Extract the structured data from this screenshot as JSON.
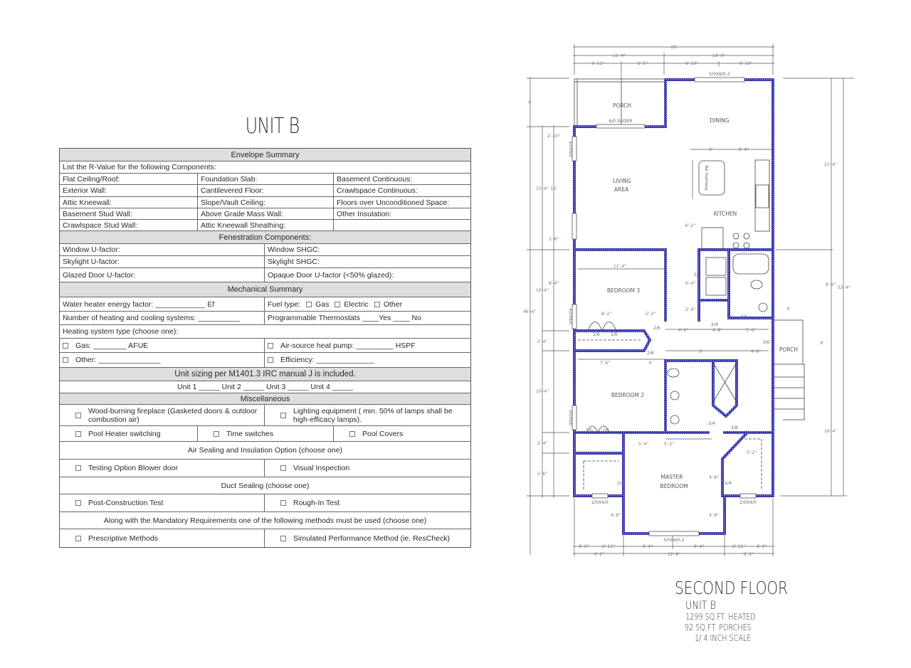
{
  "form": {
    "title": "UNIT B",
    "envelope": {
      "header": "Envelope Summary",
      "intro": "List the R-Value for the following Components:",
      "rows": [
        [
          "Flat Ceiling/Roof:",
          "Foundation Slab:",
          "Basement Continuous:"
        ],
        [
          "Exterior Wall:",
          "Cantilevered Floor:",
          "Crawlspace Continuous:"
        ],
        [
          "Attic Kneewall:",
          "Slope/Vault Ceiling:",
          "Floors over Unconditioned Space:"
        ],
        [
          "Basement Stud Wall:",
          "Above Grade Mass Wall:",
          "Other Insulation:"
        ],
        [
          "Crawlspace Stud Wall:",
          "Attic Kneewall Sheathing:",
          ""
        ]
      ]
    },
    "fenestration": {
      "header": "Fenestration Components:",
      "rows": [
        [
          "Window U-factor:",
          "Window SHGC:"
        ],
        [
          "Skylight U-factor:",
          "Skylight SHGC:"
        ],
        [
          "Glazed Door U-factor:",
          "Opaque Door U-factor (<50% glazed):"
        ]
      ]
    },
    "mechanical": {
      "header": "Mechanical Summary",
      "water_heater": "Water heater energy factor: ____________ Ef",
      "fuel_type": "Fuel type:",
      "fuel_options": [
        "Gas",
        "Electric",
        "Other"
      ],
      "num_systems": "Number of heating and cooling systems: __________",
      "thermostat": "Programmable Thermostats ____Yes ____ No",
      "heating_type": "Heating system type (choose one):",
      "gas": "Gas: ________ AFUE",
      "heat_pump": "Air-source heat pump: _________ HSPF",
      "other": "Other: _______________",
      "efficiency": "Efficiency: ______________"
    },
    "unit_sizing": {
      "header": "Unit sizing per M1401.3 IRC manual J is included.",
      "units": "Unit 1 _____ Unit 2 _____ Unit 3 _____ Unit 4 _____"
    },
    "misc": {
      "header": "Miscellaneous",
      "fireplace": "Wood-burning fireplace (Gasketed doors & outdoor combustion air)",
      "lighting": "Lighting equipment ( min. 50% of lamps shall be high-efficacy lamps).",
      "pool_heater": "Pool Heater switching",
      "time_switches": "Time switches",
      "pool_covers": "Pool Covers"
    },
    "air_sealing": {
      "header": "Air Sealing and Insulation Option (choose one)",
      "testing": "Testing Option Blower door",
      "visual": "Visual Inspection"
    },
    "duct": {
      "header": "Duct Sealing (choose one)",
      "post": "Post-Construction Test",
      "rough": "Rough-In Test"
    },
    "methods": {
      "header": "Along with the Mandatory Requirements one of the following methods must be used (choose one)",
      "prescriptive": "Prescriptive Methods",
      "simulated": "Simulated Performance Method (ie. ResCheck)"
    }
  },
  "floor_plan": {
    "wall_color": "#3c3cb0",
    "rooms": {
      "porch_front": "PORCH",
      "dining": "DINING",
      "living_1": "LIVING",
      "living_2": "AREA",
      "kitchen": "KITCHEN",
      "bar": "Bar Overhang",
      "bedroom3": "BEDROOM 3",
      "bedroom2": "BEDROOM 2",
      "master_1": "MASTER",
      "master_2": "BEDROOM",
      "porch_side": "PORCH"
    },
    "openings": {
      "slider": "6/0 SLIDER",
      "win_dining": "5/0X6/0-2",
      "win_master": "5/0X6/0-2",
      "win_left_closet": "2/0X4/0",
      "win_right_closet": "2/0X4/0",
      "win_living": "4/0X6/0",
      "win_bed3": "4/0X6/0",
      "win_bed2": "3/0X6/0",
      "door_bed3": "2/6",
      "door_closet_a": "2/6",
      "door_closet_b": "2/6",
      "door_bed2": "2/6",
      "door_laundry": "5/0",
      "door_bath": "2/4",
      "door_hall": "2/4",
      "door_ext": "3/0",
      "door_bath2": "2/4",
      "door_wic": "2/8",
      "door_bed2_closet_a": "2/0",
      "door_bed2_closet_b": "2/0",
      "door_master_l": "2/4",
      "door_master_r": "2/4"
    },
    "dimensions": {
      "overall_width": "25'",
      "top_a": "11'-4\"",
      "top_b": "13'-8\"",
      "top_c": "5'-11\"",
      "top_d": "5'-5\"",
      "top_e": "6'-10\"",
      "top_f": "6'-10\"",
      "island_a": "5'",
      "island_b": "6'-4\"",
      "right_a": "21'-6\"",
      "right_b": "8'-6\"",
      "right_total": "52'-4\"",
      "right_c": "16'-4\"",
      "left_total": "46'-4\"",
      "left_porch": "6'",
      "left_a": "2'-10\"",
      "left_b": "15'-6\"",
      "left_c": "10'",
      "left_d": "2'-8\"",
      "left_e": "8'-4\"",
      "left_f": "10'-4\"",
      "left_g": "2'-4\"",
      "left_h": "10'-4\"",
      "left_i": "2'-4\"",
      "left_j": "5'-6\"",
      "bed3_w": "11'-4\"",
      "hall_a": "8'-2\"",
      "hall_b": "5'-2\"",
      "bed2_a": "7'-6\"",
      "bed2_b": "4'",
      "hall_c": "4'-6\"",
      "hall_d": "4'-8\"",
      "hall_e": "5'-6\"",
      "hall_f": "9'",
      "hall_g": "4'-6\"",
      "master_a": "5'-4\"",
      "master_b": "5'-2\"",
      "master_c": "5'-2\"",
      "master_d": "4'-8\"",
      "master_e": "4'-8\"",
      "master_f": "4'-8\"",
      "bottom_a": "3'-3\"",
      "bottom_b": "2'-11\"",
      "bottom_c": "6'-4\"",
      "bottom_d": "6'-4\"",
      "bottom_e": "2'-11\"",
      "bottom_f": "3'-3\"",
      "bottom_g": "6'-2\"",
      "bottom_h": "12'-8\"",
      "bottom_i": "6'-2\"",
      "kitchen_a": "6'-2\"",
      "laundry_a": "6'-4\"",
      "laundry_b": "2'-4\"",
      "porch_side_a": "4'",
      "porch_side_b": "6'"
    },
    "caption": {
      "title": "SECOND FLOOR",
      "unit": "UNIT B",
      "heated": "1299 SQ.FT. HEATED",
      "porches": "92 SQ.FT. PORCHES",
      "scale": "1/ 4 INCH SCALE"
    }
  }
}
